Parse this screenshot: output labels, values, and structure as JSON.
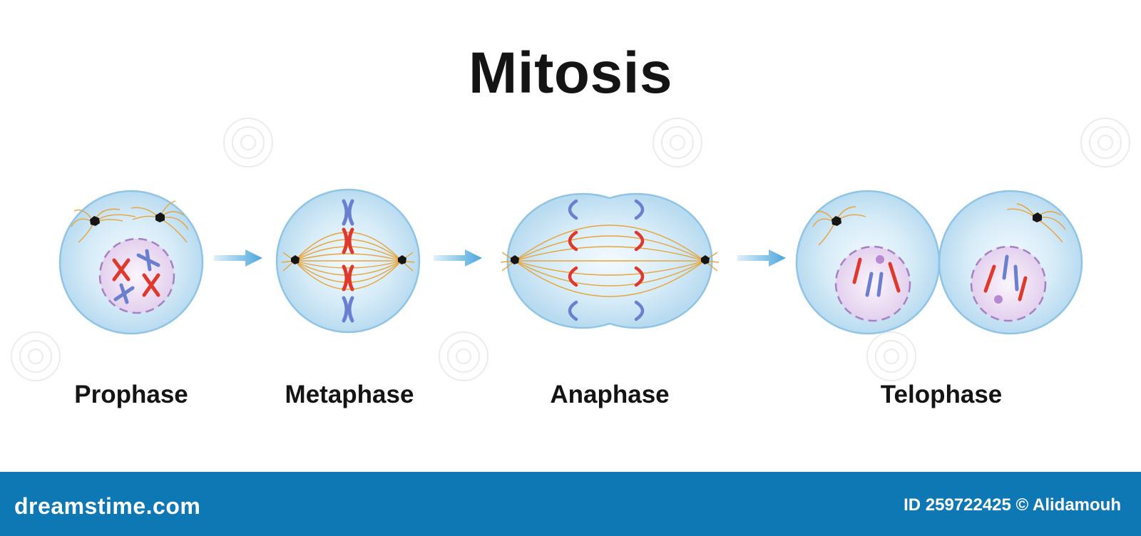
{
  "title": "Mitosis",
  "stages": [
    {
      "name": "prophase",
      "label": "Prophase"
    },
    {
      "name": "metaphase",
      "label": "Metaphase"
    },
    {
      "name": "anaphase",
      "label": "Anaphase"
    },
    {
      "name": "telophase",
      "label": "Telophase"
    }
  ],
  "footer": {
    "brand": "dreamstime.com",
    "credit": "ID 259722425 © Alidamouh"
  },
  "colors": {
    "cell_fill": "#cfe8f6",
    "cell_stroke": "#8ec5e6",
    "nucleus_fill": "#efe0f2",
    "nucleus_border": "#a580c2",
    "chromosome_red": "#e0392b",
    "chromosome_blue": "#6a7fd0",
    "spindle": "#e8a43a",
    "centrosome": "#151515",
    "arrow": "#5aaee0",
    "footer_bg": "#0e78b4"
  },
  "icons": [
    "arrow-right-icon",
    "dreamstime-swirl-icon"
  ]
}
